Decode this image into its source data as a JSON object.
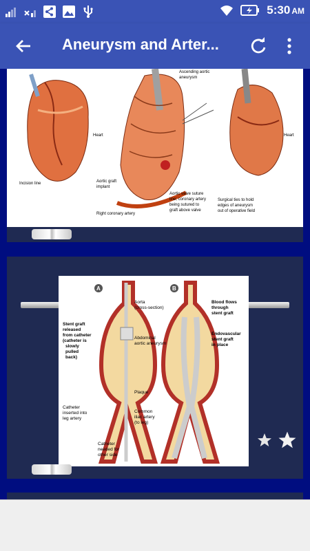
{
  "status_bar": {
    "time": "5:30",
    "ampm": "AM",
    "icons": [
      "signal-icon",
      "signal-x-icon",
      "share-icon",
      "image-icon",
      "usb-icon",
      "wifi-icon",
      "battery-icon"
    ]
  },
  "app_bar": {
    "title": "Aneurysm and Arter...",
    "back_icon": "arrow-left-icon",
    "refresh_icon": "refresh-icon",
    "more_icon": "more-vert-icon"
  },
  "cards": [
    {
      "labels": {
        "ascending": "Ascending aortic",
        "ascending2": "aneurysm",
        "heart_left": "Heart",
        "heart_right": "Heart",
        "incision": "Incision line",
        "graft": "Aortic graft",
        "graft2": "implant",
        "valve1": "Aortic valve suture",
        "valve2": "line; coronary artery",
        "valve3": "being sutured to",
        "valve4": "graft above valve",
        "ties1": "Surgical ties to hold",
        "ties2": "edges of aneurysm",
        "ties3": "out of operative field",
        "coronary": "Right coronary artery"
      }
    },
    {
      "labels": {
        "a": "A",
        "b": "B",
        "aorta": "Aorta",
        "aorta2": "(cross-section)",
        "stent1": "Stent graft",
        "stent2": "released",
        "stent3": "from catheter",
        "stent4": "(catheter is",
        "stent5": "slowly",
        "stent6": "pulled",
        "stent7": "back)",
        "abd1": "Abdominal",
        "abd2": "aortic aneurysm",
        "plaque": "Plaque",
        "cath1": "Catheter",
        "cath2": "inserted into",
        "cath3": "leg artery",
        "iliac1": "Common",
        "iliac2": "iliac artery",
        "iliac3": "(to leg)",
        "need1": "Catheter",
        "need2": "needed for",
        "need3": "other side",
        "flow1": "Blood flows",
        "flow2": "through",
        "flow3": "stent graft",
        "endo1": "Endovascular",
        "endo2": "stent graft",
        "endo3": "in place"
      }
    }
  ]
}
